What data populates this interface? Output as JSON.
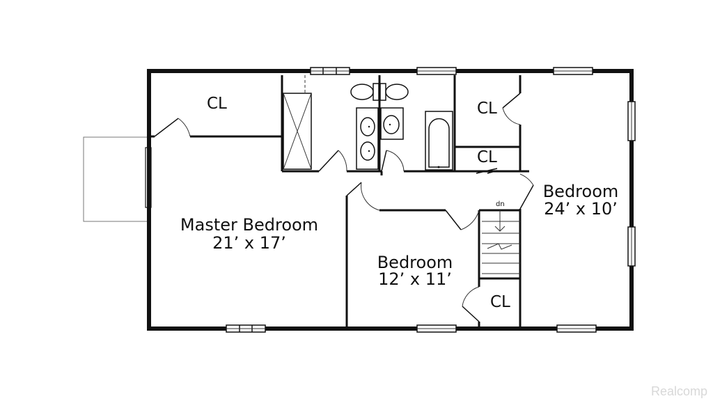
{
  "rooms": {
    "master": {
      "name": "Master Bedroom",
      "size": "21’ x 17’"
    },
    "bedroom_middle": {
      "name": "Bedroom",
      "size": "12’ x 11’"
    },
    "bedroom_right": {
      "name": "Bedroom",
      "size": "24’ x 10’"
    }
  },
  "closets": {
    "master_closet": "CL",
    "upper_right_closet": "CL",
    "hall_closet": "CL",
    "lower_closet": "CL"
  },
  "stairs": {
    "label": "dn"
  },
  "watermark": "Realcomp"
}
